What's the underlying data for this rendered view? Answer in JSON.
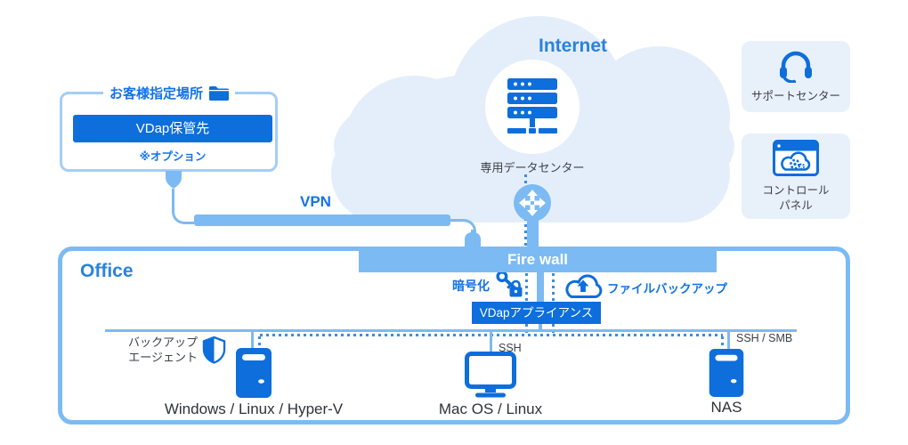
{
  "colors": {
    "accent": "#0d6edc",
    "light_blue": "#7cbaf3",
    "pale_cloud": "#e4eefb",
    "panel_bg": "#e8f1fa",
    "text_blue": "#1473e6",
    "dotted": "#3c8ce0"
  },
  "cloud": {
    "label": "Internet",
    "datacenter_label": "専用データセンター"
  },
  "customer_box": {
    "title": "お客様指定場所",
    "button": "VDap保管先",
    "note": "※オプション"
  },
  "vpn": {
    "label": "VPN"
  },
  "support_center": {
    "label": "サポートセンター"
  },
  "control_panel": {
    "label_line1": "コントロール",
    "label_line2": "パネル"
  },
  "office": {
    "label": "Office",
    "firewall_label": "Fire wall",
    "encryption_label": "暗号化",
    "file_backup_label": "ファイルバックアップ",
    "appliance_label": "VDapアプライアンス",
    "backup_agent_line1": "バックアップ",
    "backup_agent_line2": "エージェント",
    "ssh_label": "SSH",
    "ssh_smb_label": "SSH / SMB",
    "devices": [
      {
        "label": "Windows / Linux / Hyper-V"
      },
      {
        "label": "Mac OS / Linux"
      },
      {
        "label": "NAS"
      }
    ]
  }
}
